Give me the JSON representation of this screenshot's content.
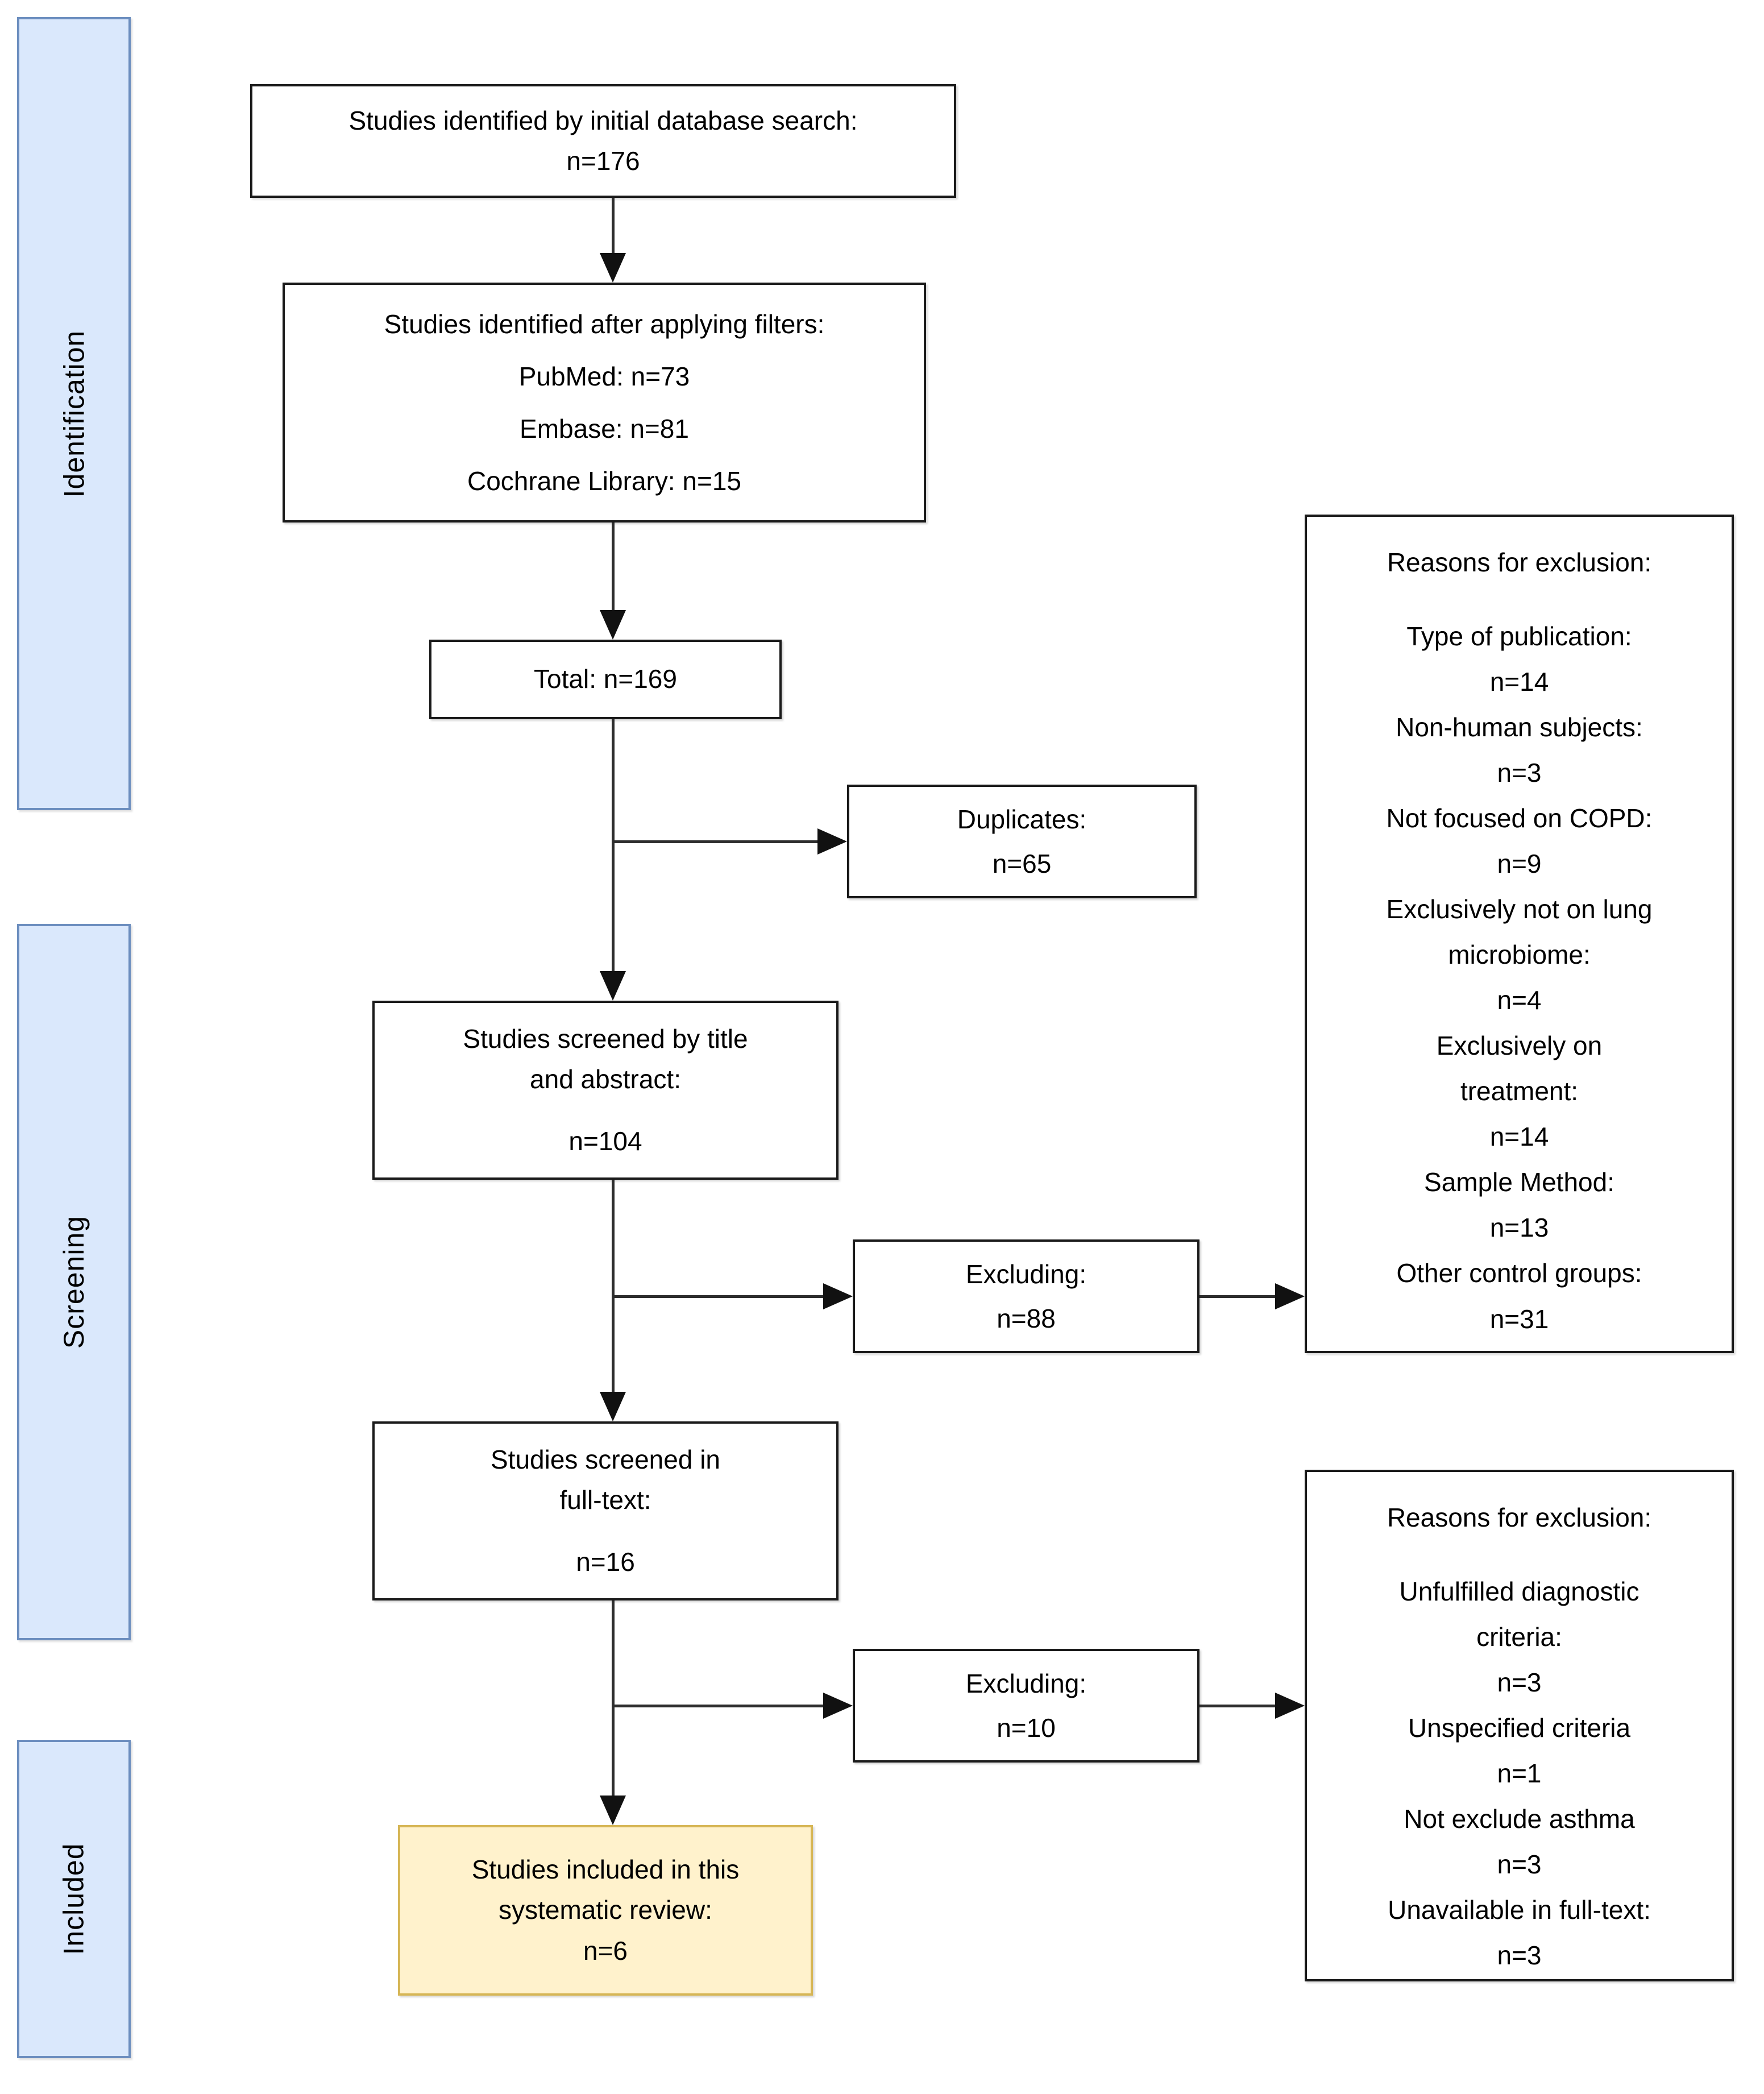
{
  "figure": {
    "type": "prisma-flow-diagram",
    "colors": {
      "stage_fill": "#dae8fc",
      "stage_border": "#6c8ebf",
      "box_fill": "#ffffff",
      "box_border": "#1a1a1a",
      "included_fill": "#fff2cc",
      "included_border": "#d6b656",
      "arrow": "#111111",
      "text": "#000000"
    }
  },
  "stages": {
    "identification": "Identification",
    "screening": "Screening",
    "included": "Included"
  },
  "boxes": {
    "initial_search": {
      "lines": [
        "Studies identified by initial database search:",
        "n=176"
      ]
    },
    "filters": {
      "lines": [
        "Studies identified after applying filters:",
        "PubMed: n=73",
        "Embase: n=81",
        "Cochrane Library: n=15"
      ]
    },
    "total": {
      "lines": [
        "Total: n=169"
      ]
    },
    "duplicates": {
      "lines": [
        "Duplicates:",
        "n=65"
      ]
    },
    "screened_title_abstract": {
      "lines": [
        "Studies screened by title",
        "and abstract:",
        "n=104"
      ]
    },
    "excluding_screening": {
      "lines": [
        "Excluding:",
        "n=88"
      ]
    },
    "screened_full_text": {
      "lines": [
        "Studies screened in",
        "full-text:",
        "n=16"
      ]
    },
    "excluding_full_text": {
      "lines": [
        "Excluding:",
        "n=10"
      ]
    },
    "included_review": {
      "lines": [
        "Studies included in this",
        "systematic review:",
        "n=6"
      ]
    },
    "reasons_screening": {
      "title": "Reasons for exclusion:",
      "lines": [
        "Type of publication:",
        "n=14",
        "Non-human subjects:",
        "n=3",
        "Not focused on COPD:",
        "n=9",
        "Exclusively not on lung",
        "microbiome:",
        "n=4",
        "Exclusively on",
        "treatment:",
        "n=14",
        "Sample Method:",
        "n=13",
        "Other control groups:",
        "n=31"
      ]
    },
    "reasons_full_text": {
      "title": "Reasons for exclusion:",
      "lines": [
        "Unfulfilled diagnostic",
        "criteria:",
        "n=3",
        "Unspecified criteria",
        "n=1",
        "Not exclude asthma",
        "n=3",
        "Unavailable in full-text:",
        "n=3"
      ]
    }
  }
}
